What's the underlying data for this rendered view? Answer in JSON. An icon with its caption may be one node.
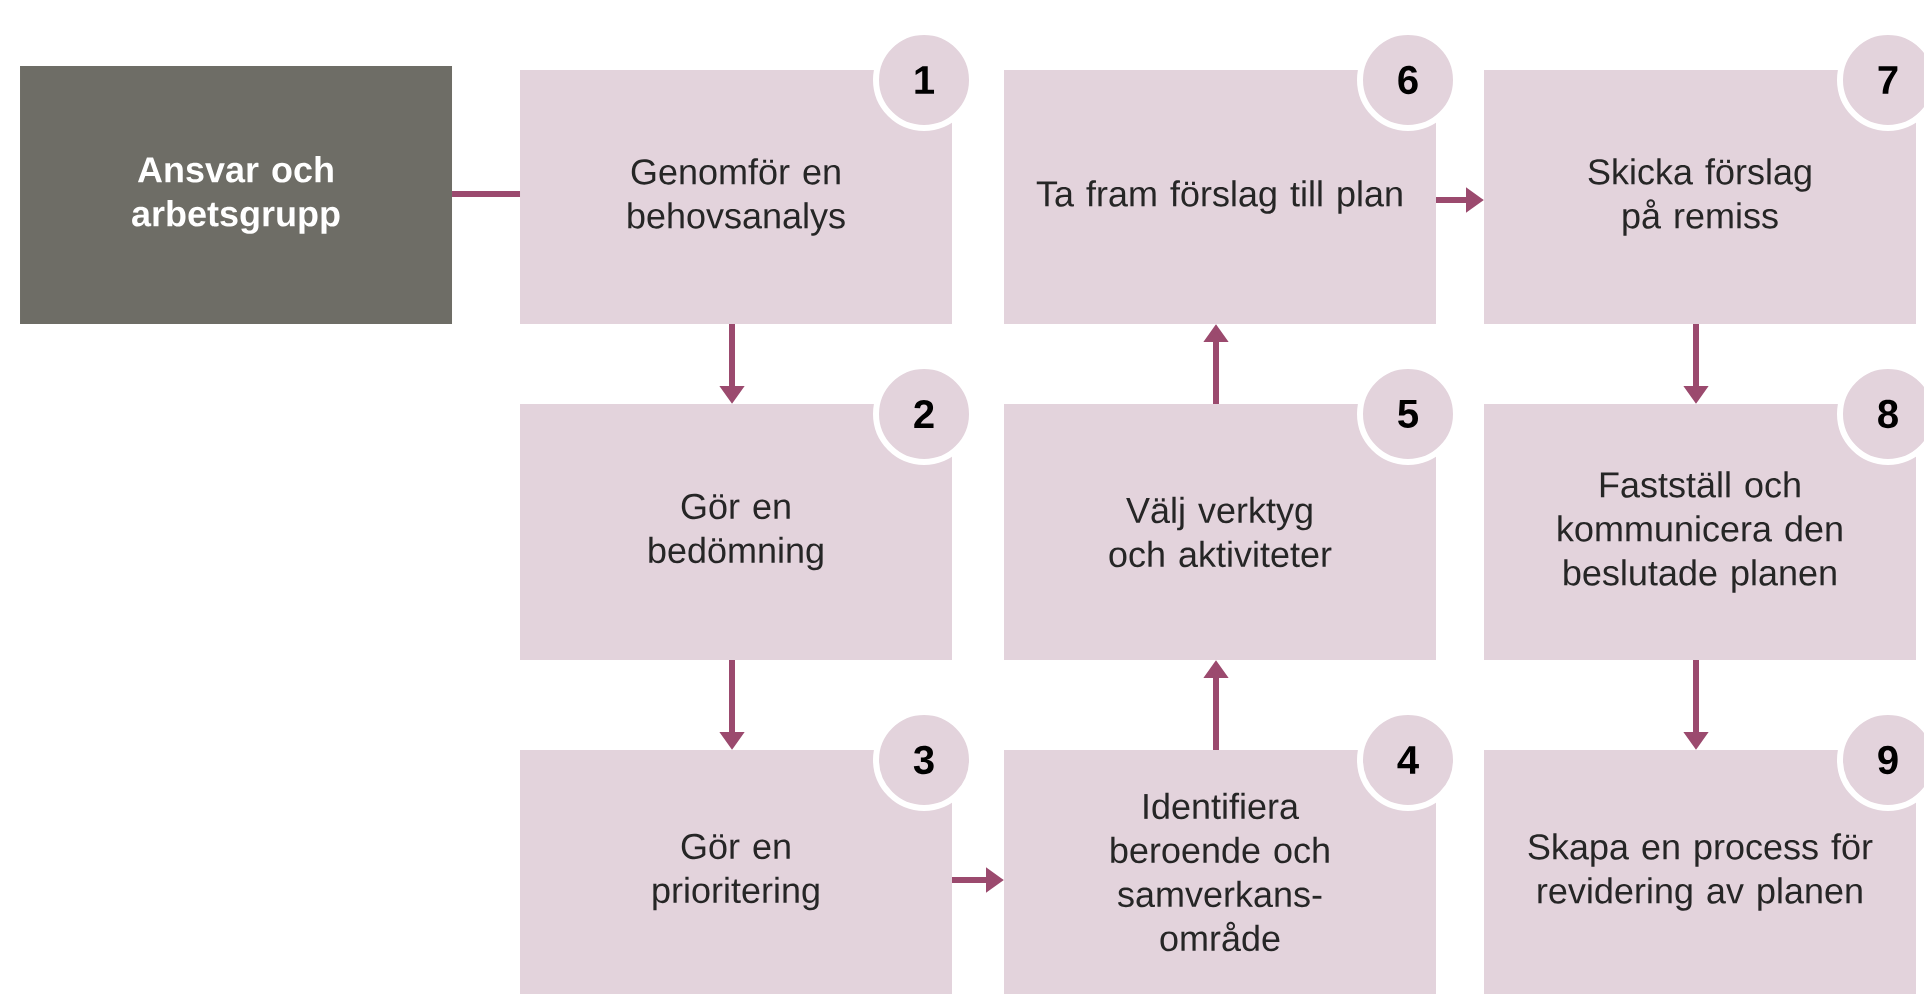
{
  "diagram": {
    "nodes": [
      {
        "text": [
          "Ansvar och arbetsgrupp"
        ]
      },
      {
        "text": [
          "1",
          "Genomför en behovsanalys"
        ]
      },
      {
        "text": [
          "2",
          "Gör en bedömning"
        ]
      },
      {
        "text": [
          "3",
          "Gör en prioritering"
        ]
      },
      {
        "text": [
          "4",
          "Identifiera beroende och samverkans- område"
        ]
      },
      {
        "text": [
          "5",
          "Välj verktyg och aktiviteter"
        ]
      },
      {
        "text": [
          "6",
          "Ta fram förslag till plan"
        ]
      },
      {
        "text": [
          "7",
          "Skicka förslag på remiss"
        ]
      },
      {
        "text": [
          "8",
          "Fastställ och kommunicera den beslutade planen"
        ]
      },
      {
        "text": [
          "9",
          "Skapa en process för revidering av planen"
        ]
      }
    ],
    "edges": [
      {
        "from": 0,
        "to": 1,
        "arrow": "none"
      },
      {
        "from": 1,
        "to": 2,
        "arrow": "to"
      },
      {
        "from": 2,
        "to": 3,
        "arrow": "to"
      },
      {
        "from": 3,
        "to": 4,
        "arrow": "to"
      },
      {
        "from": 4,
        "to": 5,
        "arrow": "to"
      },
      {
        "from": 5,
        "to": 6,
        "arrow": "to"
      },
      {
        "from": 6,
        "to": 7,
        "arrow": "to"
      },
      {
        "from": 7,
        "to": 8,
        "arrow": "to"
      },
      {
        "from": 8,
        "to": 9,
        "arrow": "to"
      }
    ]
  }
}
